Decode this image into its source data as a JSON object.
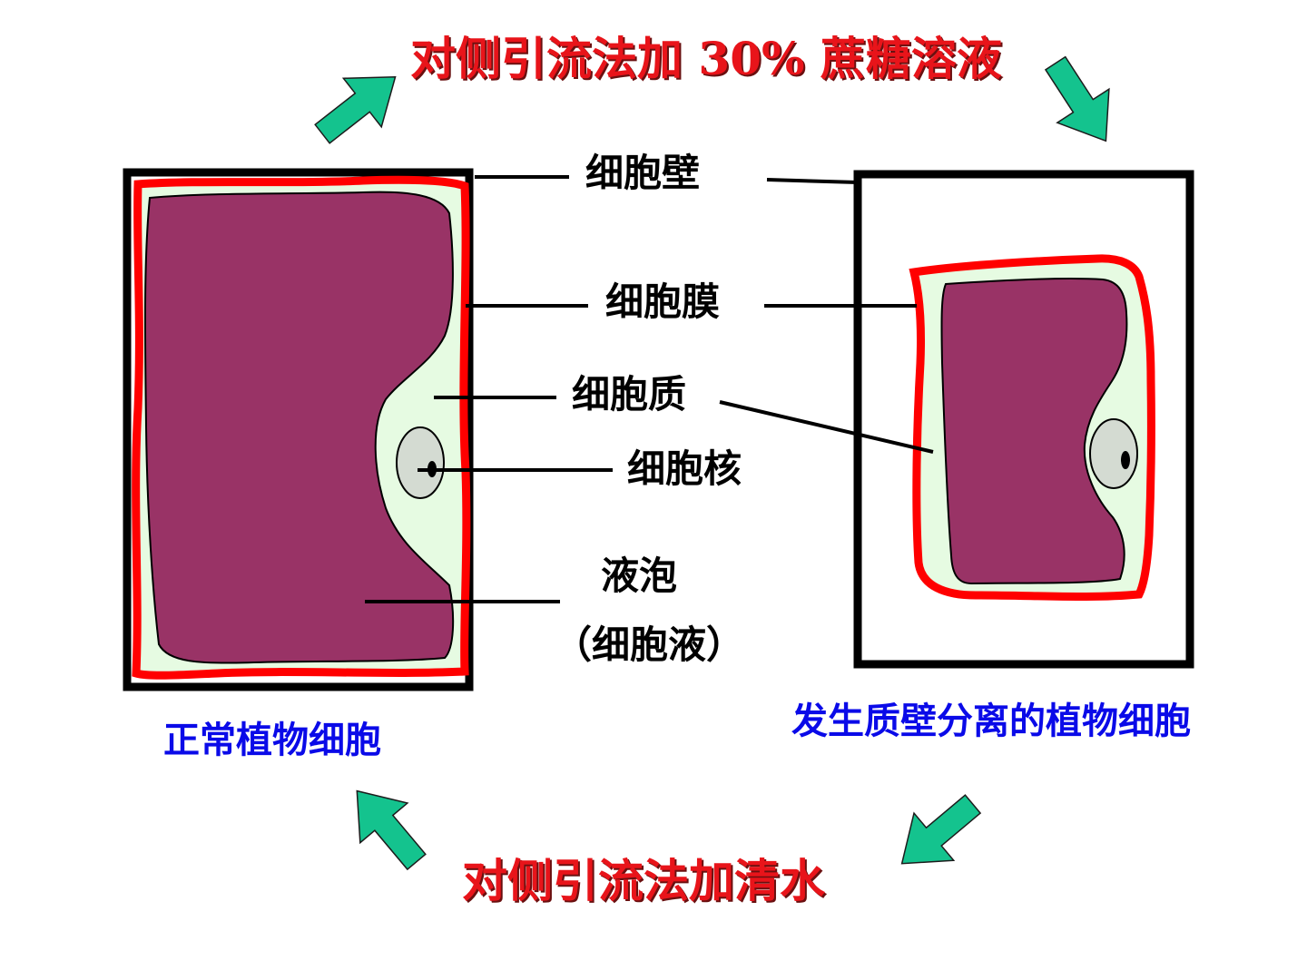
{
  "top_instruction": "对侧引流法加 30% 蔗糖溶液",
  "bottom_instruction": "对侧引流法加清水",
  "labels": {
    "cell_wall": "细胞壁",
    "cell_membrane": "细胞膜",
    "cytoplasm": "细胞质",
    "nucleus": "细胞核",
    "vacuole": "液泡",
    "cell_sap": "（细胞液）"
  },
  "captions": {
    "normal_cell": "正常植物细胞",
    "plasmolyzed_cell": "发生质壁分离的植物细胞"
  },
  "colors": {
    "instruction_text": "#e8141a",
    "instruction_shadow": "#6a1010",
    "caption_text": "#0a0ae8",
    "label_text": "#000000",
    "arrow": "#14c38e",
    "vacuole_fill": "#993366",
    "cytoplasm_fill": "#e6fbe2",
    "membrane_stroke": "#ff0000",
    "wall_stroke": "#000000",
    "nucleus_fill": "#d4dbd2"
  },
  "icons": [
    "arrow-up-right-icon",
    "arrow-down-right-icon",
    "arrow-down-left-icon",
    "arrow-up-left-icon"
  ]
}
